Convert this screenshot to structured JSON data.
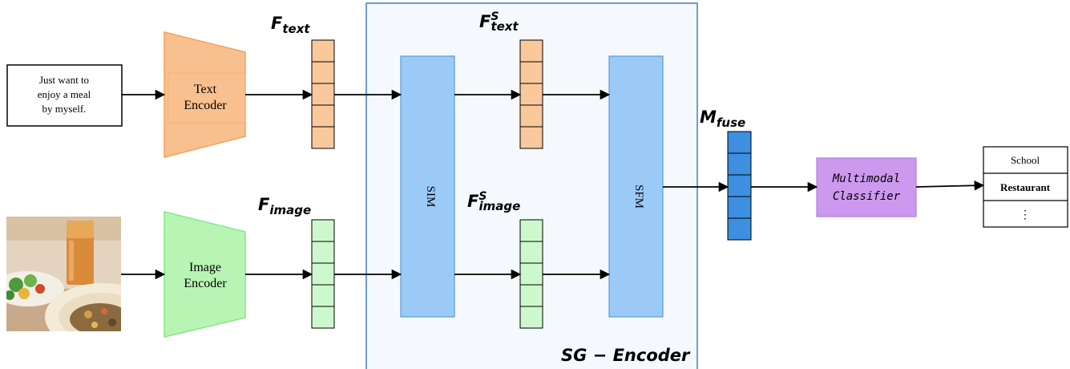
{
  "input_text": {
    "line1": "Just want to",
    "line2": "enjoy a meal",
    "line3": "by myself."
  },
  "text_encoder": {
    "line1": "Text",
    "line2": "Encoder"
  },
  "image_encoder": {
    "line1": "Image",
    "line2": "Encoder"
  },
  "labels": {
    "F": "F",
    "text_sub": "text",
    "image_sub": "image",
    "S_sup": "S",
    "M": "M",
    "fuse_sub": "fuse",
    "sg_encoder": "SG − Encoder"
  },
  "sim": "SIM",
  "sfm": "SFM",
  "classifier": {
    "line1": "Multimodal",
    "line2": "Classifier"
  },
  "output": {
    "class1": "School",
    "class2": "Restaurant",
    "class3": "⋮"
  },
  "colors": {
    "text_stream": "#f9c89b",
    "text_encoder": "#f8c08e",
    "image_stream": "#cdf8cd",
    "image_encoder": "#b8f5b4",
    "module_fill": "#9ccaf7",
    "module_stroke": "#5b9bd5",
    "fuse": "#3d8fe0",
    "classifier": "#cc99ee",
    "sg_bg": "#f5f9fd",
    "sg_border": "#3a7fc4"
  },
  "icons": {
    "input_photo": "food-photo-icon"
  }
}
